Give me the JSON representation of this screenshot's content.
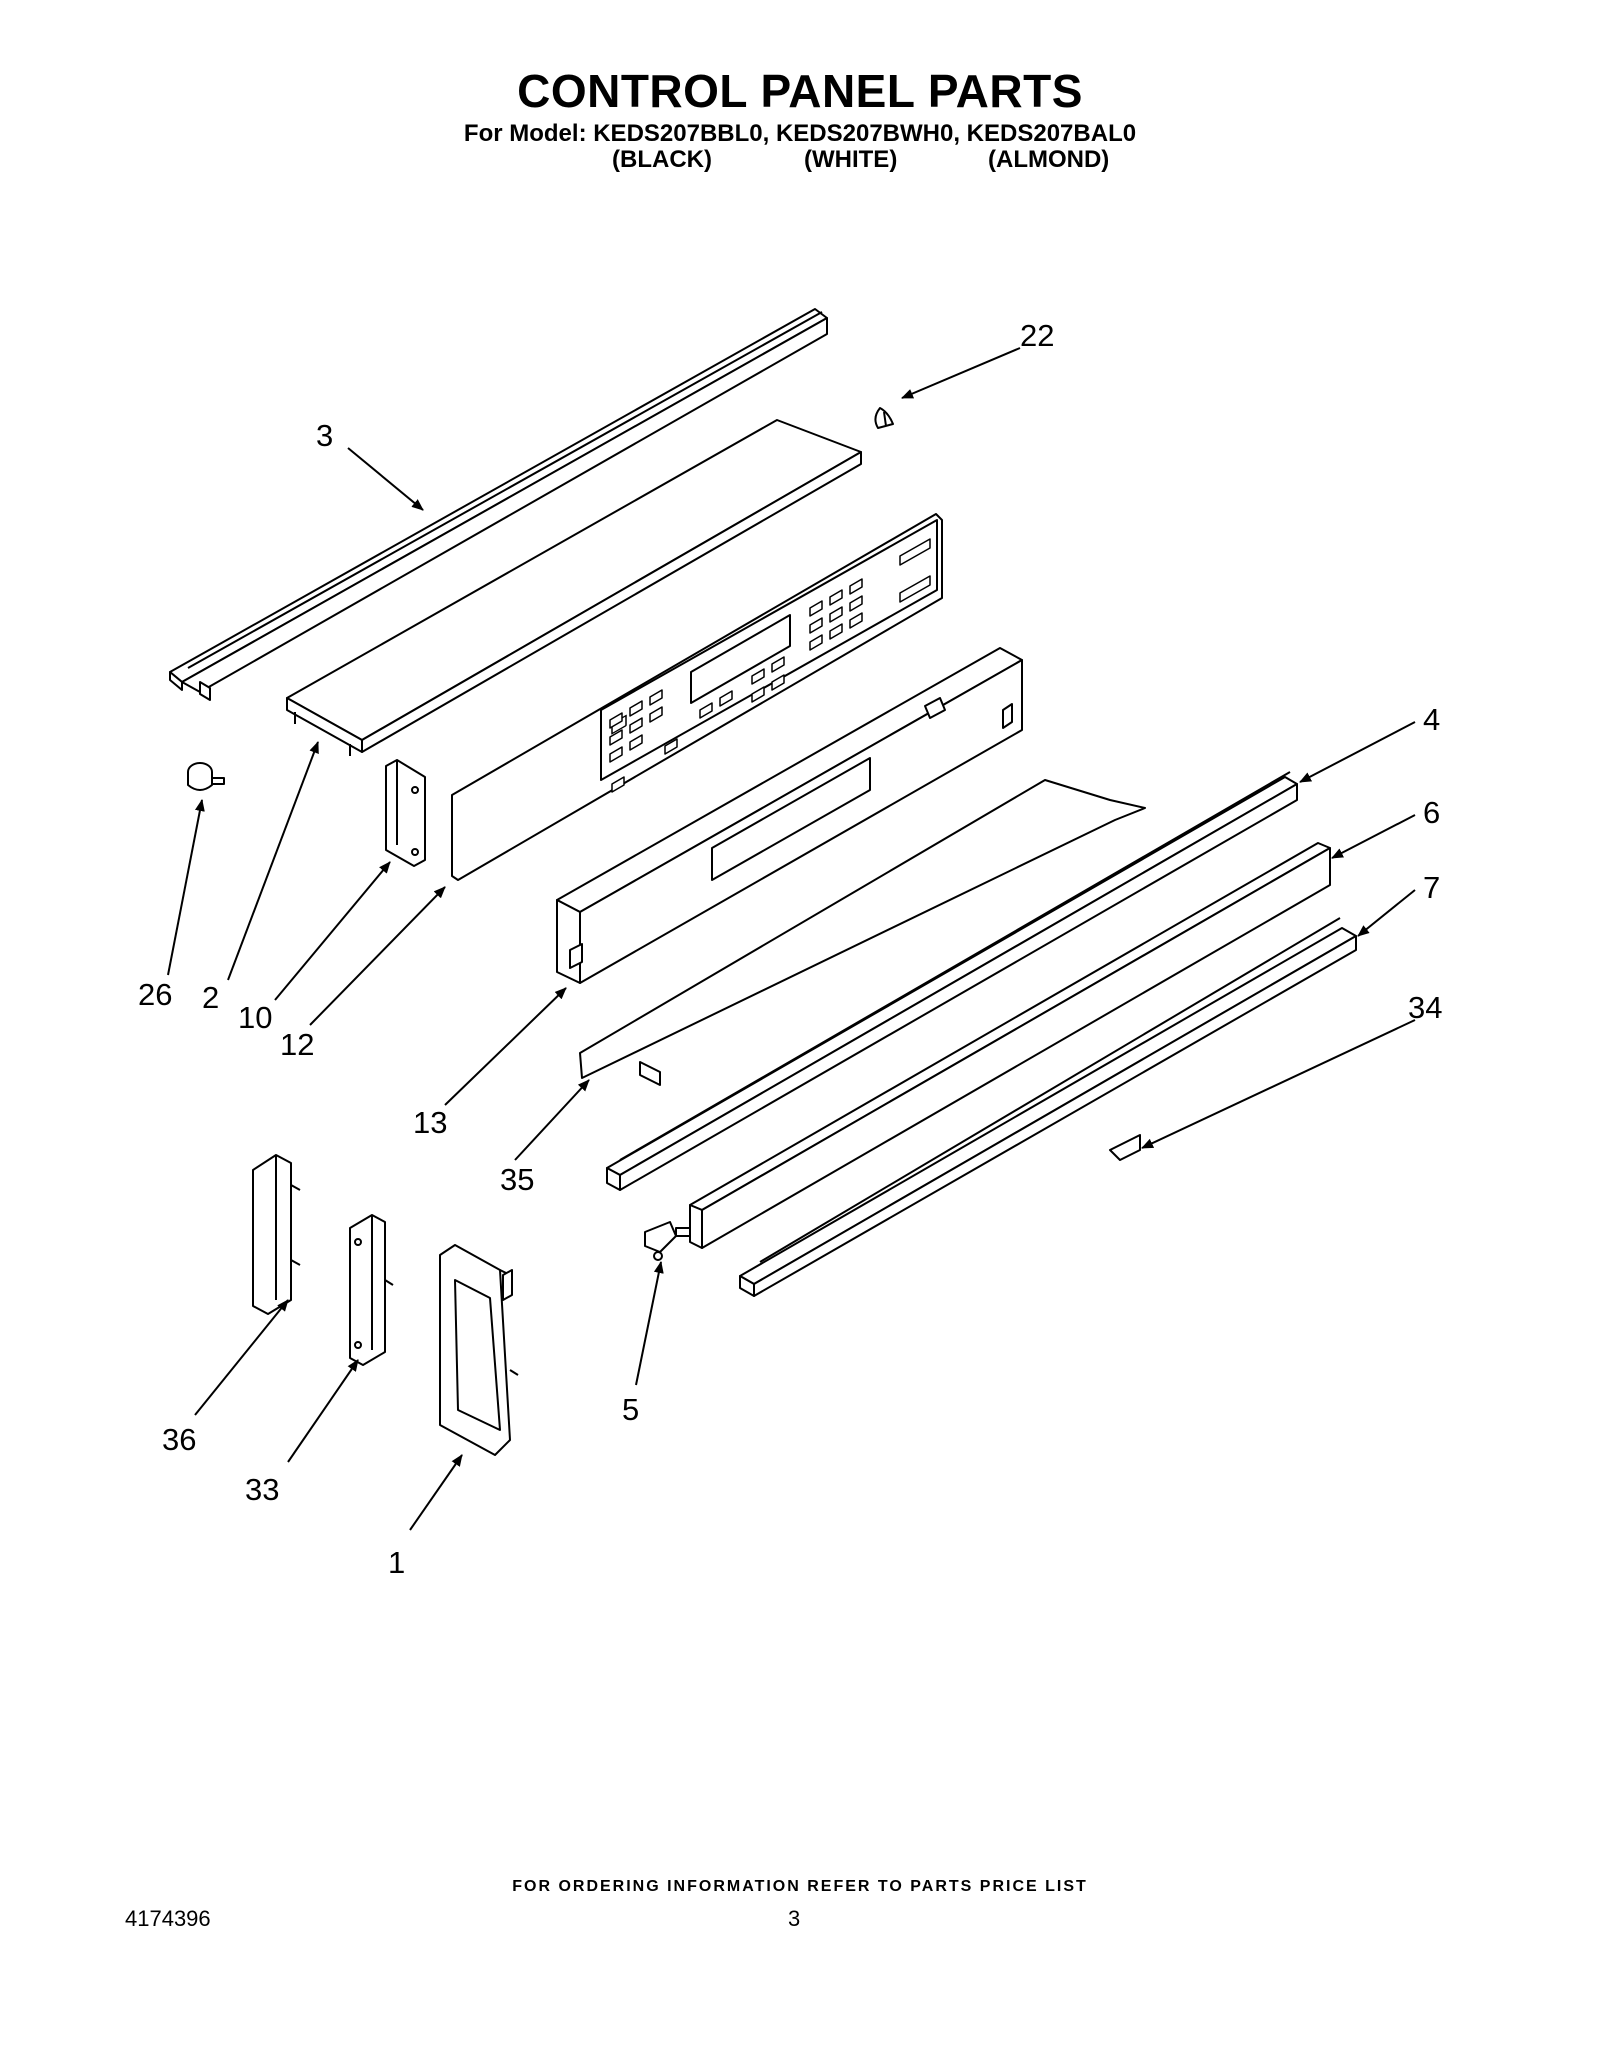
{
  "header": {
    "title": "CONTROL PANEL PARTS",
    "subtitle": "For Model: KEDS207BBL0, KEDS207BWH0, KEDS207BAL0",
    "colors": [
      "(BLACK)",
      "(WHITE)",
      "(ALMOND)"
    ]
  },
  "callouts": {
    "c1": "1",
    "c2": "2",
    "c3": "3",
    "c4": "4",
    "c5": "5",
    "c6": "6",
    "c7": "7",
    "c10": "10",
    "c12": "12",
    "c13": "13",
    "c22": "22",
    "c26": "26",
    "c33": "33",
    "c34": "34",
    "c35": "35",
    "c36": "36"
  },
  "footer": {
    "note": "FOR ORDERING INFORMATION REFER TO PARTS PRICE LIST",
    "doc_number": "4174396",
    "page_number": "3"
  }
}
